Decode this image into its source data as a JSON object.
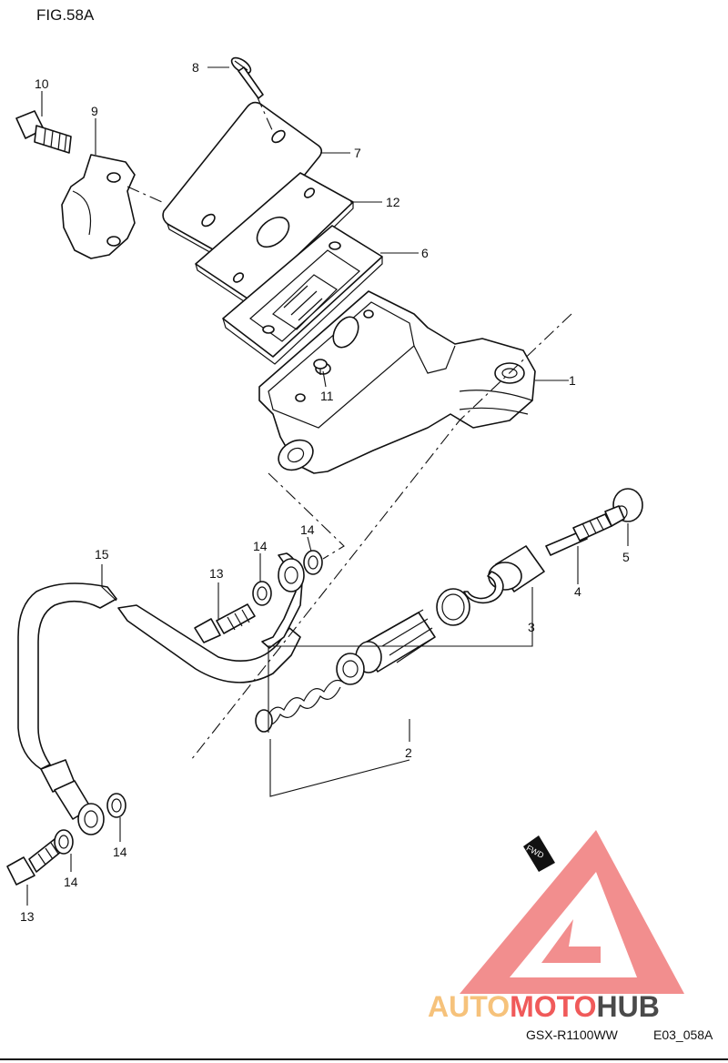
{
  "figure": {
    "title": "FIG.58A"
  },
  "footer": {
    "model_code": "GSX-R1100WW",
    "drawing_code": "E03_058A"
  },
  "watermark": {
    "part1": "AUTO",
    "part2": "MOTO",
    "part3": "HUB"
  },
  "fwd_label": "FWD",
  "callouts": [
    {
      "id": "c1",
      "label": "1"
    },
    {
      "id": "c2",
      "label": "2"
    },
    {
      "id": "c3",
      "label": "3"
    },
    {
      "id": "c4",
      "label": "4"
    },
    {
      "id": "c5",
      "label": "5"
    },
    {
      "id": "c6",
      "label": "6"
    },
    {
      "id": "c7",
      "label": "7"
    },
    {
      "id": "c8",
      "label": "8"
    },
    {
      "id": "c9",
      "label": "9"
    },
    {
      "id": "c10",
      "label": "10"
    },
    {
      "id": "c11",
      "label": "11"
    },
    {
      "id": "c12",
      "label": "12"
    },
    {
      "id": "c13a",
      "label": "13"
    },
    {
      "id": "c13b",
      "label": "13"
    },
    {
      "id": "c14a",
      "label": "14"
    },
    {
      "id": "c14b",
      "label": "14"
    },
    {
      "id": "c14c",
      "label": "14"
    },
    {
      "id": "c14d",
      "label": "14"
    },
    {
      "id": "c15",
      "label": "15"
    }
  ]
}
